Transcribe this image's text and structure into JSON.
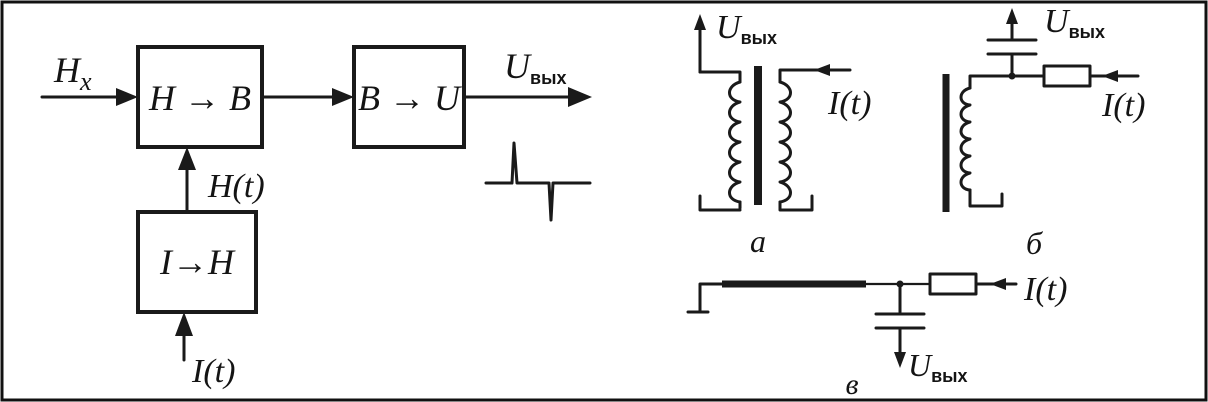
{
  "block_diagram": {
    "input_label": "H",
    "input_sub": "x",
    "block1_label": "H → B",
    "block2_label": "B → U",
    "block3_label": "I→H",
    "field_label": "H(t)",
    "current_label": "I(t)",
    "output_label": "U",
    "output_sub": "вых"
  },
  "circuit_a": {
    "output_label": "U",
    "output_sub": "вых",
    "current_label": "I(t)",
    "caption": "а"
  },
  "circuit_b": {
    "output_label": "U",
    "output_sub": "вых",
    "current_label": "I(t)",
    "caption": "б"
  },
  "circuit_v": {
    "output_label": "U",
    "output_sub": "вых",
    "current_label": "I(t)",
    "caption": "в"
  }
}
